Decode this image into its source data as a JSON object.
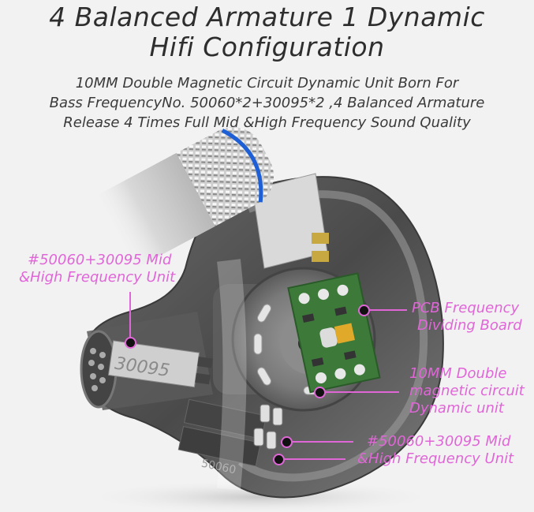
{
  "header": {
    "title_line1": "4 Balanced Armature  1 Dynamic",
    "title_line2": "Hifi Configuration"
  },
  "description": {
    "line1": "10MM Double Magnetic Circuit Dynamic Unit Born For",
    "line2": "Bass FrequencyNo. 50060*2+30095*2 ,4 Balanced Armature",
    "line3": "Release 4 Times Full Mid &High Frequency Sound Quality"
  },
  "product_image": {
    "subject": "in-ear monitor earphone cutaway",
    "nozzle_unit_marking": "30095",
    "lower_unit_marking": "50060"
  },
  "annotations": [
    {
      "id": "left-ba",
      "line1": "#50060+30095 Mid",
      "line2": "&High Frequency Unit"
    },
    {
      "id": "pcb",
      "line1": "PCB Frequency",
      "line2": "Dividing Board"
    },
    {
      "id": "dynamic",
      "line1": "10MM Double",
      "line2": "magnetic circuit",
      "line3": "Dynamic unit"
    },
    {
      "id": "lower-ba",
      "line1": "#50060+30095 Mid",
      "line2": "&High Frequency Unit"
    }
  ],
  "colors": {
    "background": "#f2f2f2",
    "annotation": "#e066d8",
    "heading": "#2e2e2e",
    "cable_ring": "#1e5fd6",
    "pcb": "#3d7a3a"
  }
}
